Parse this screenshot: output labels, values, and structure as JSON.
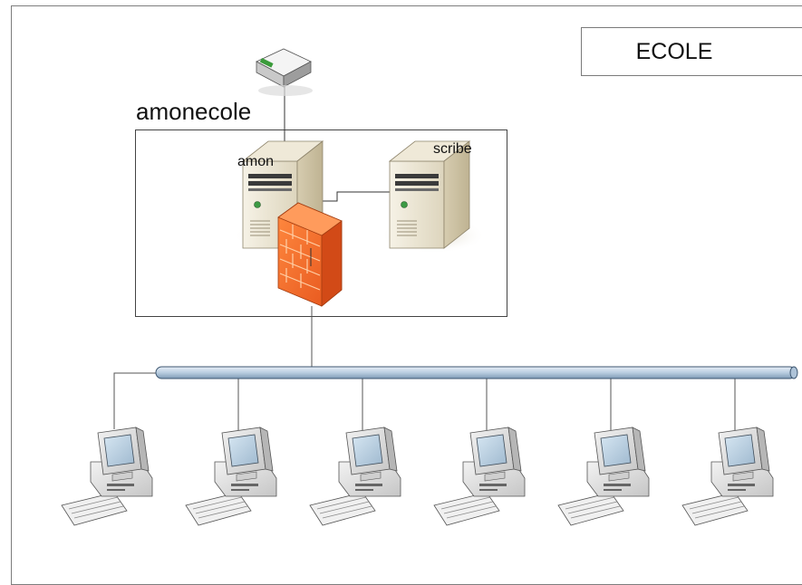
{
  "diagram": {
    "site_label": "ECOLE",
    "zone_label": "amonecole",
    "nodes": {
      "router": {
        "icon": "router-icon"
      },
      "amon": {
        "label": "amon",
        "icon": "server-icon"
      },
      "scribe": {
        "label": "scribe",
        "icon": "server-icon"
      },
      "firewall": {
        "icon": "firewall-icon"
      },
      "network_bus": {
        "icon": "network-bus"
      },
      "workstations": [
        {
          "icon": "workstation-icon"
        },
        {
          "icon": "workstation-icon"
        },
        {
          "icon": "workstation-icon"
        },
        {
          "icon": "workstation-icon"
        },
        {
          "icon": "workstation-icon"
        },
        {
          "icon": "workstation-icon"
        }
      ]
    },
    "colors": {
      "firewall": "#f26a2a",
      "bus": "#b9cde0",
      "server_body": "#ece6d4"
    }
  }
}
